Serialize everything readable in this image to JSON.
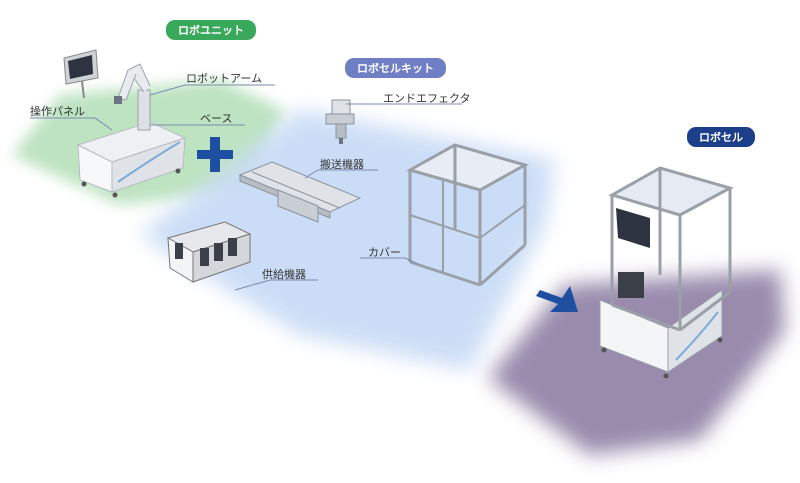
{
  "colors": {
    "unit": "#3aa85b",
    "kit": "#6f7fc6",
    "cell": "#1d3f8a",
    "arrow": "#1f4fa0"
  },
  "labels": {
    "robo_unit": "ロボユニット",
    "robot_arm": "ロボットアーム",
    "control_panel": "操作パネル",
    "base": "ベース",
    "robo_cell_kit": "ロボセルキット",
    "end_effector": "エンドエフェクタ",
    "conveyor": "搬送機器",
    "cover": "カバー",
    "feeder": "供給機器",
    "robo_cell": "ロボセル"
  },
  "icons": {
    "plus": "plus-icon",
    "arrow": "arrow-right-icon"
  }
}
